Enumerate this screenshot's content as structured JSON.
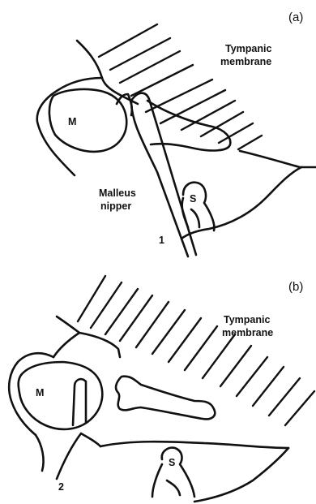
{
  "panel_a": {
    "panel_label": "(a)",
    "tm_line1": "Tympanic",
    "tm_line2": "membrane",
    "malleus": "M",
    "nipper_line1": "Malleus",
    "nipper_line2": "nipper",
    "stapes": "S",
    "step": "1"
  },
  "panel_b": {
    "panel_label": "(b)",
    "tm_line1": "Tympanic",
    "tm_line2": "membrane",
    "malleus": "M",
    "stapes": "S",
    "step": "2"
  }
}
